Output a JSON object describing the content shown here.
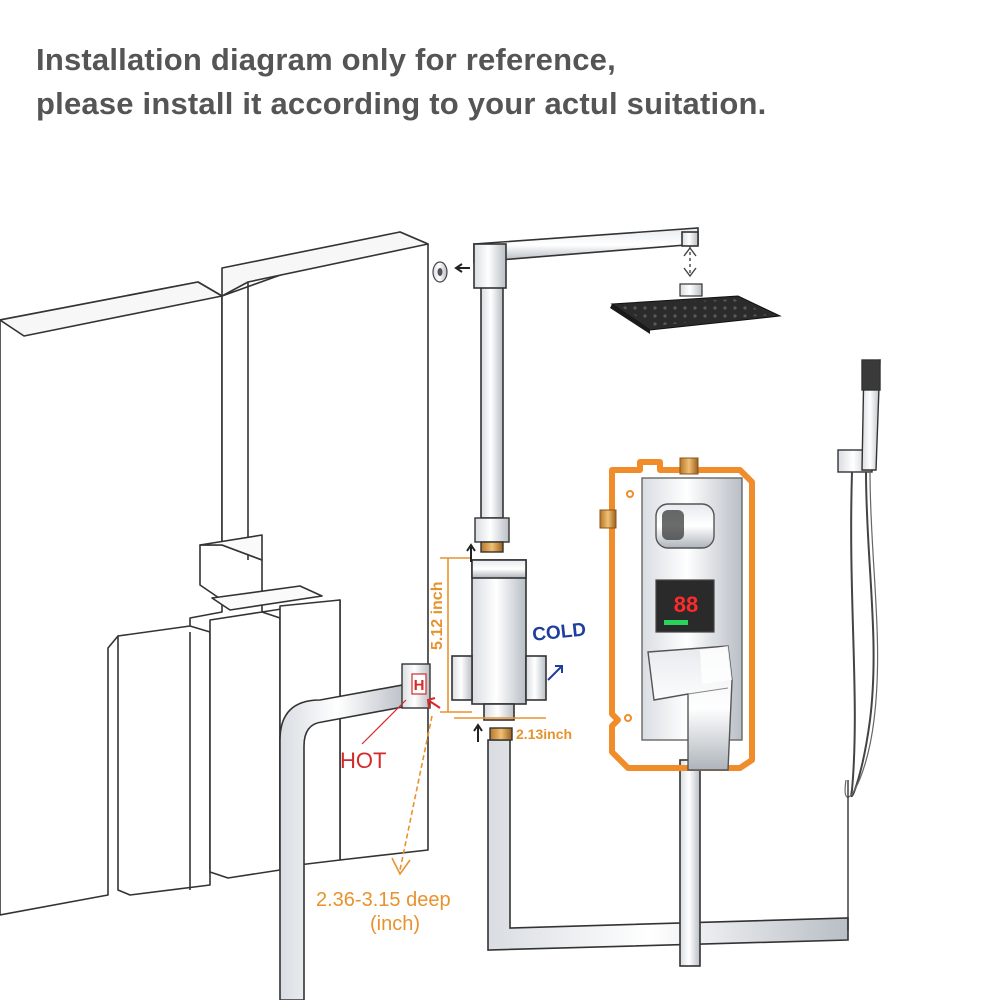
{
  "caption": {
    "line1": "Installation diagram only for reference,",
    "line2": "please install it according to your actul suitation."
  },
  "labels": {
    "cold": "COLD",
    "hot": "HOT",
    "hot_marker": "H",
    "height_dim": "5.12 inch",
    "width_dim": "2.13inch",
    "depth_line1": "2.36-3.15 deep",
    "depth_line2": "(inch)"
  },
  "display": {
    "readout": "88"
  },
  "colors": {
    "caption": "#555555",
    "cold": "#1f3f9e",
    "hot": "#d42a2a",
    "dimension": "#e8922e",
    "valve_box": "#f08c2a",
    "display_digits": "#ff2a2a",
    "display_bg": "#2a2a2a"
  },
  "icons": [
    "arrow-up-icon",
    "arrow-left-icon",
    "arrow-diagonal-icon",
    "wall-flange-icon",
    "shower-head-icon",
    "hand-shower-icon"
  ]
}
